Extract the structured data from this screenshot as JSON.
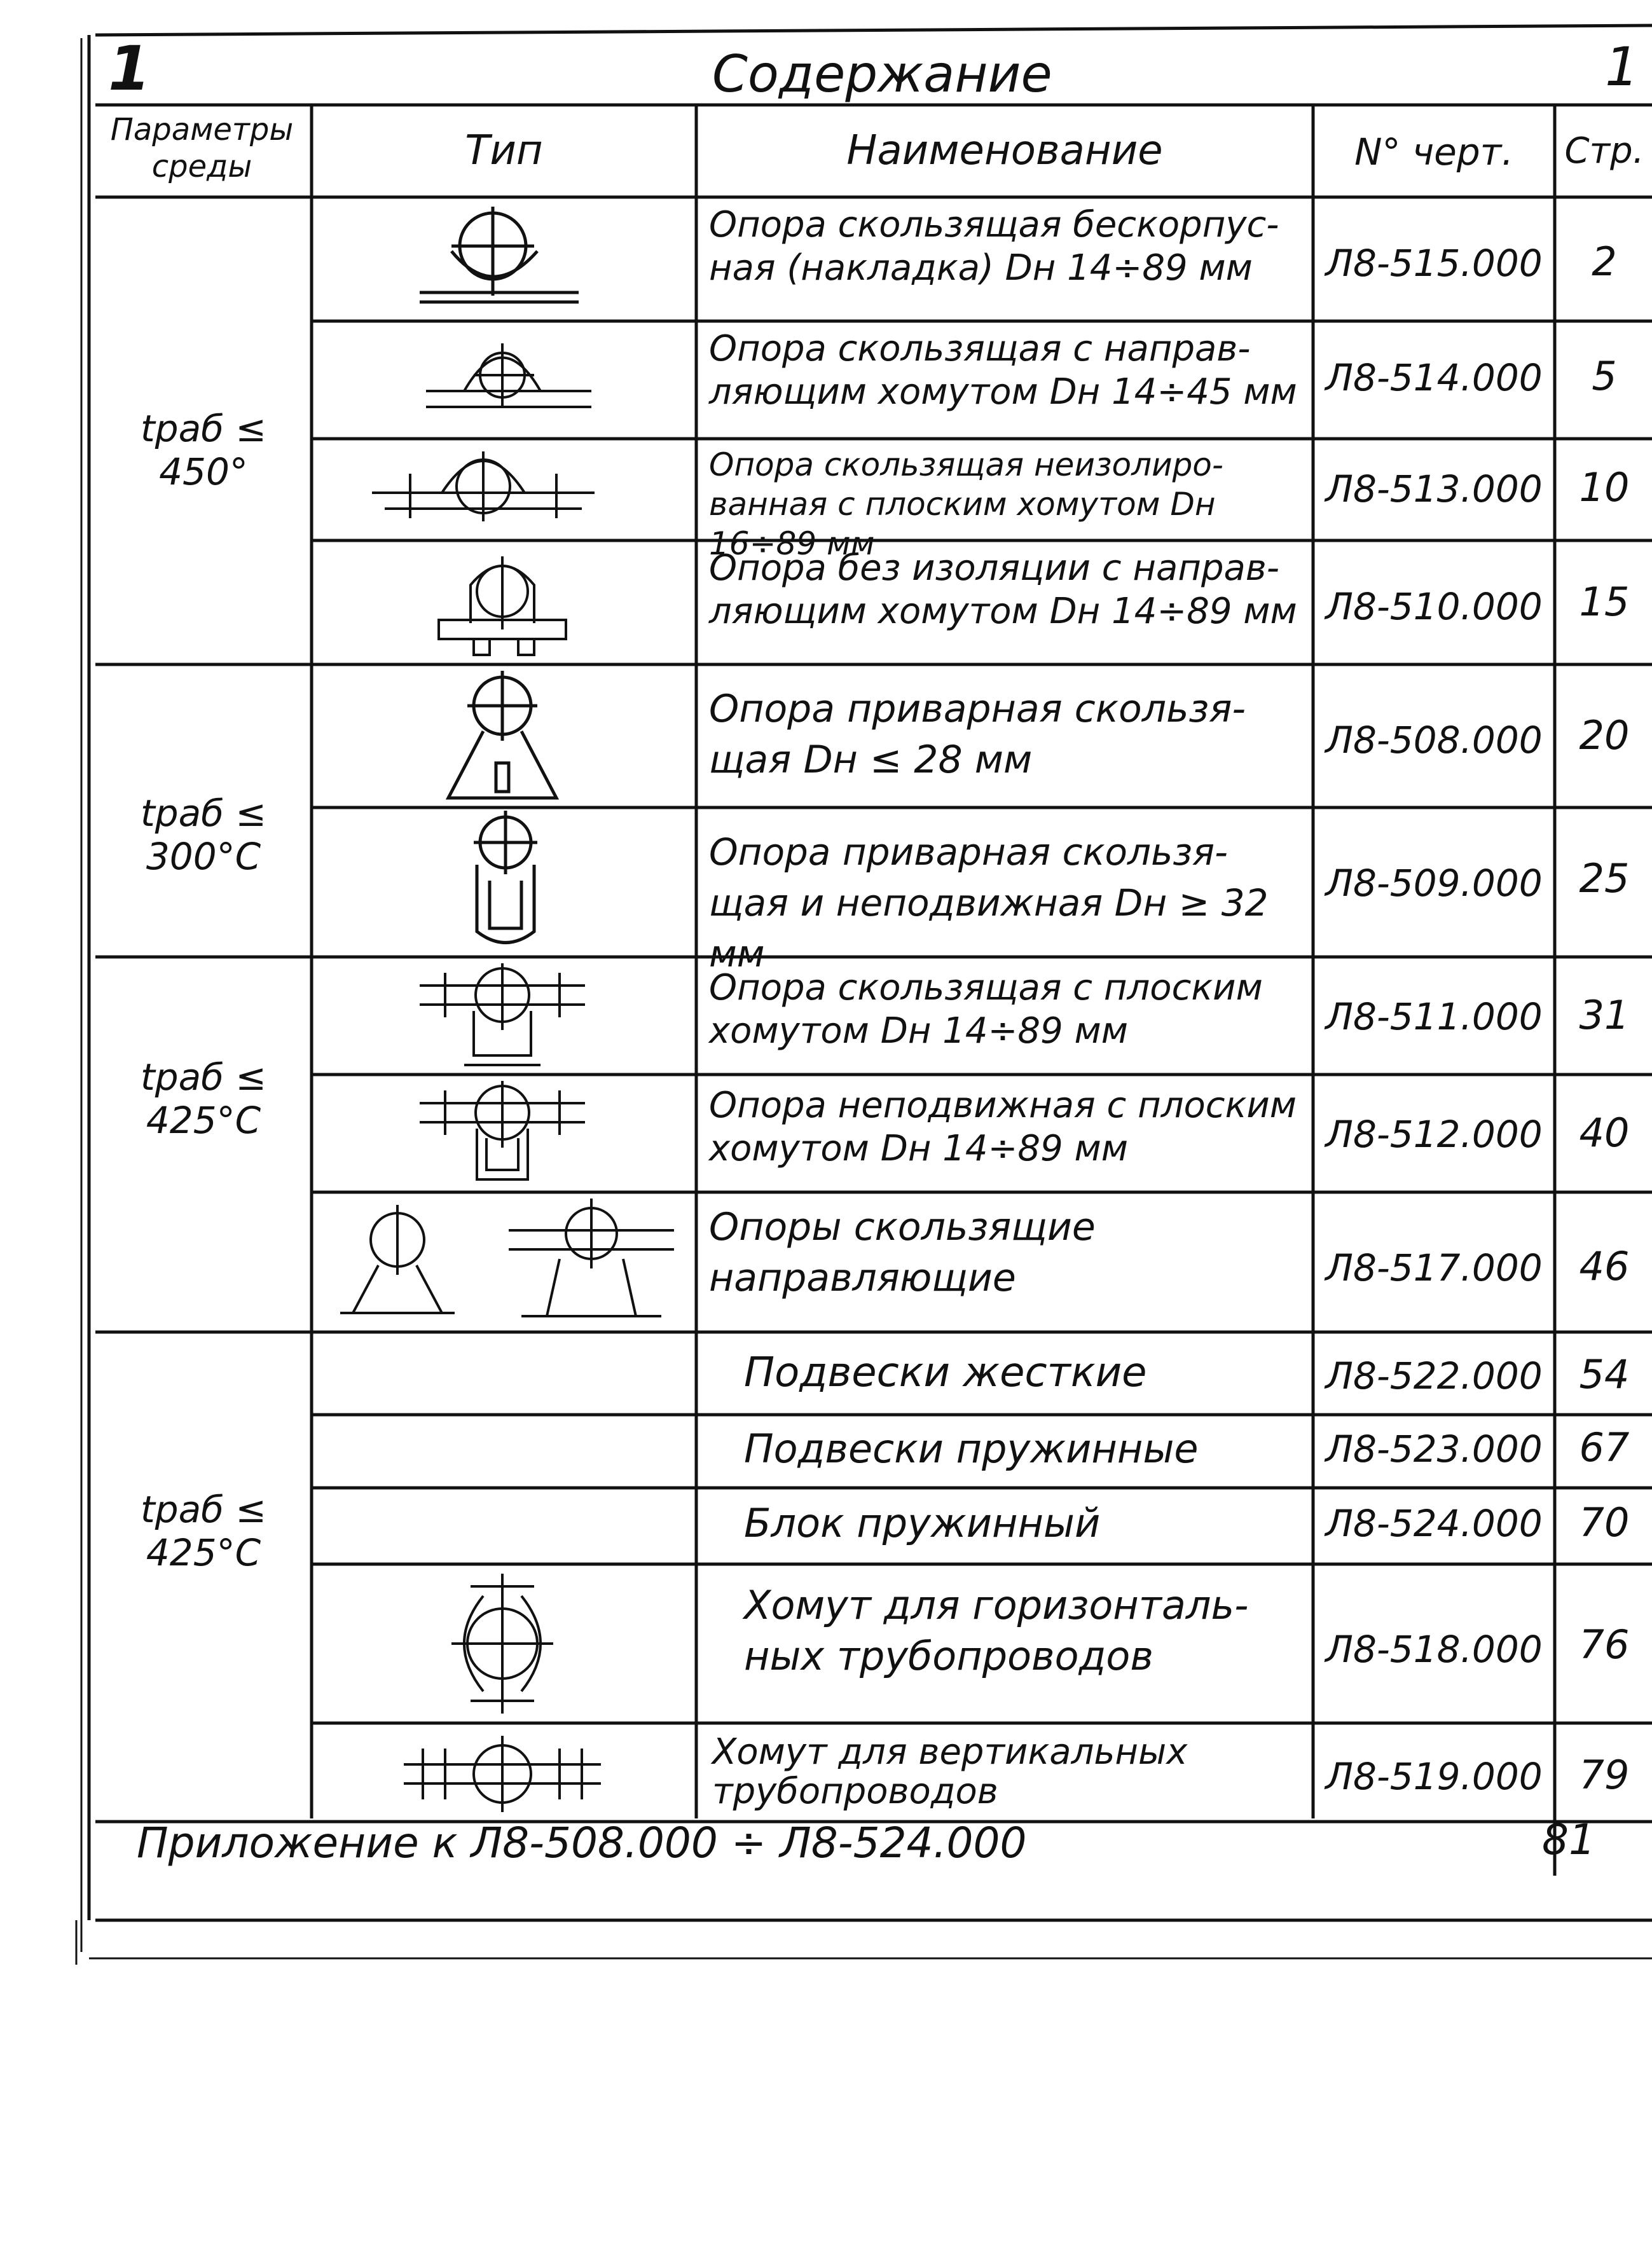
{
  "sheet": {
    "title": "Содержание",
    "corner_left": "1",
    "corner_right": "1"
  },
  "headers": {
    "params": "Параметры среды",
    "type": "Тип",
    "name": "Наименование",
    "drawing": "N° черт.",
    "page": "Стр."
  },
  "groups": [
    {
      "label": "tраб ≤ 450°"
    },
    {
      "label": "tраб ≤ 300°С"
    },
    {
      "label": "tраб ≤ 425°С"
    },
    {
      "label": "tраб ≤ 425°С"
    }
  ],
  "rows": [
    {
      "name": "Опора скользящая бескорпус-ная (накладка) Dн 14÷89 мм",
      "code": "Л8-515.000",
      "page": "2",
      "icon": "sliding-support-pad-icon"
    },
    {
      "name": "Опора скользящая с направ-ляющим хомутом Dн 14÷45 мм",
      "code": "Л8-514.000",
      "page": "5",
      "icon": "guided-clamp-support-icon"
    },
    {
      "name": "Опора скользящая неизолиро-ванная с плоским хомутом Dн 16÷89 мм",
      "code": "Л8-513.000",
      "page": "10",
      "icon": "flat-clamp-support-icon"
    },
    {
      "name": "Опора без изоляции с направ-ляющим хомутом Dн 14÷89 мм",
      "code": "Л8-510.000",
      "page": "15",
      "icon": "u-bolt-support-icon"
    },
    {
      "name": "Опора приварная скользя-щая Dн ≤ 28 мм",
      "code": "Л8-508.000",
      "page": "20",
      "icon": "welded-support-icon"
    },
    {
      "name": "Опора приварная скользя-щая и неподвижная Dн ≥ 32 мм",
      "code": "Л8-509.000",
      "page": "25",
      "icon": "welded-fixed-support-icon"
    },
    {
      "name": "Опора скользящая с плоским хомутом Dн 14÷89 мм",
      "code": "Л8-511.000",
      "page": "31",
      "icon": "sliding-flat-clamp-icon"
    },
    {
      "name": "Опора неподвижная с плоским хомутом Dн 14÷89 мм",
      "code": "Л8-512.000",
      "page": "40",
      "icon": "fixed-flat-clamp-icon"
    },
    {
      "name": "Опоры скользящие направляющие",
      "code": "Л8-517.000",
      "page": "46",
      "icon": "guiding-supports-icon"
    },
    {
      "name": "Подвески жесткие",
      "code": "Л8-522.000",
      "page": "54",
      "icon": ""
    },
    {
      "name": "Подвески пружинные",
      "code": "Л8-523.000",
      "page": "67",
      "icon": ""
    },
    {
      "name": "Блок пружинный",
      "code": "Л8-524.000",
      "page": "70",
      "icon": ""
    },
    {
      "name": "Хомут для горизонталь-ных трубопроводов",
      "code": "Л8-518.000",
      "page": "76",
      "icon": "horizontal-clamp-icon"
    },
    {
      "name": "Хомут для вертикальных трубопроводов",
      "code": "Л8-519.000",
      "page": "79",
      "icon": "vertical-clamp-icon"
    }
  ],
  "appendix": {
    "text": "Приложение к Л8-508.000 ÷ Л8-524.000",
    "page": "81"
  }
}
